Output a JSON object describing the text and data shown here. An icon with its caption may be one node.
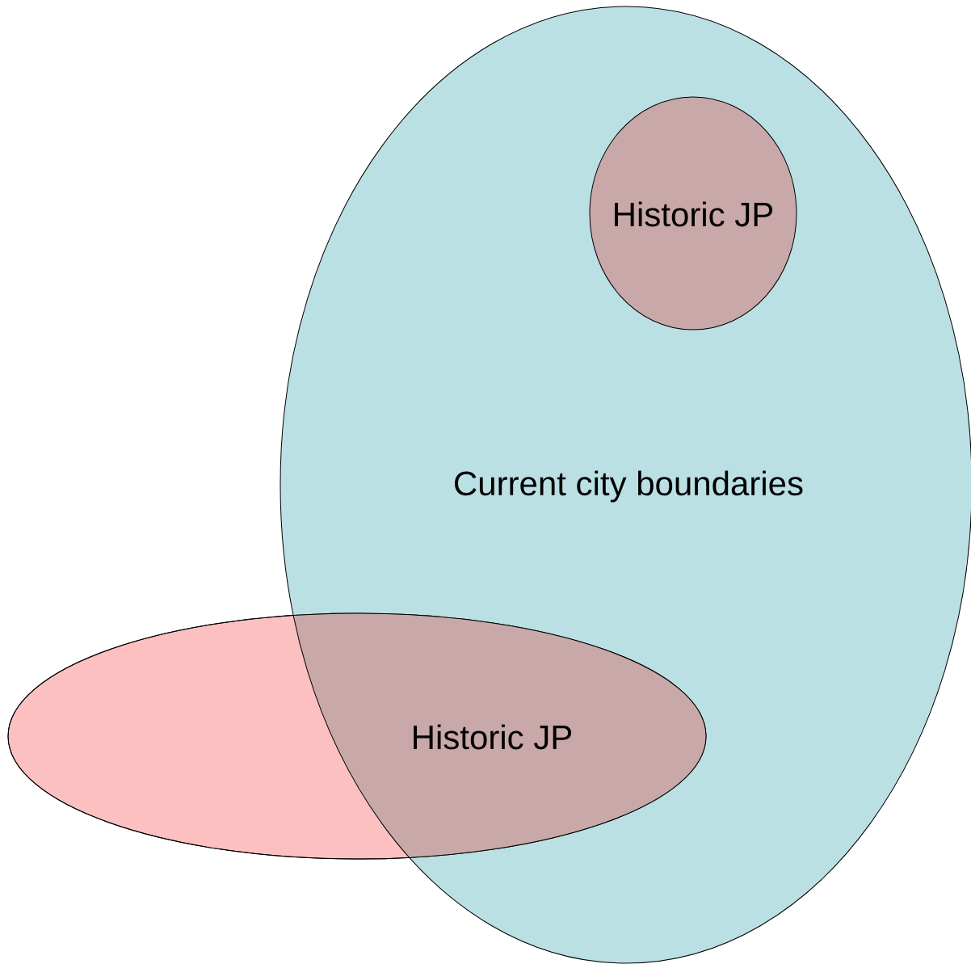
{
  "diagram": {
    "nodes": [
      {
        "text": [
          "Current city boundaries"
        ]
      },
      {
        "text": [
          "Historic JP"
        ],
        "in": 0
      },
      {
        "text": [
          "Historic JP"
        ]
      }
    ]
  }
}
